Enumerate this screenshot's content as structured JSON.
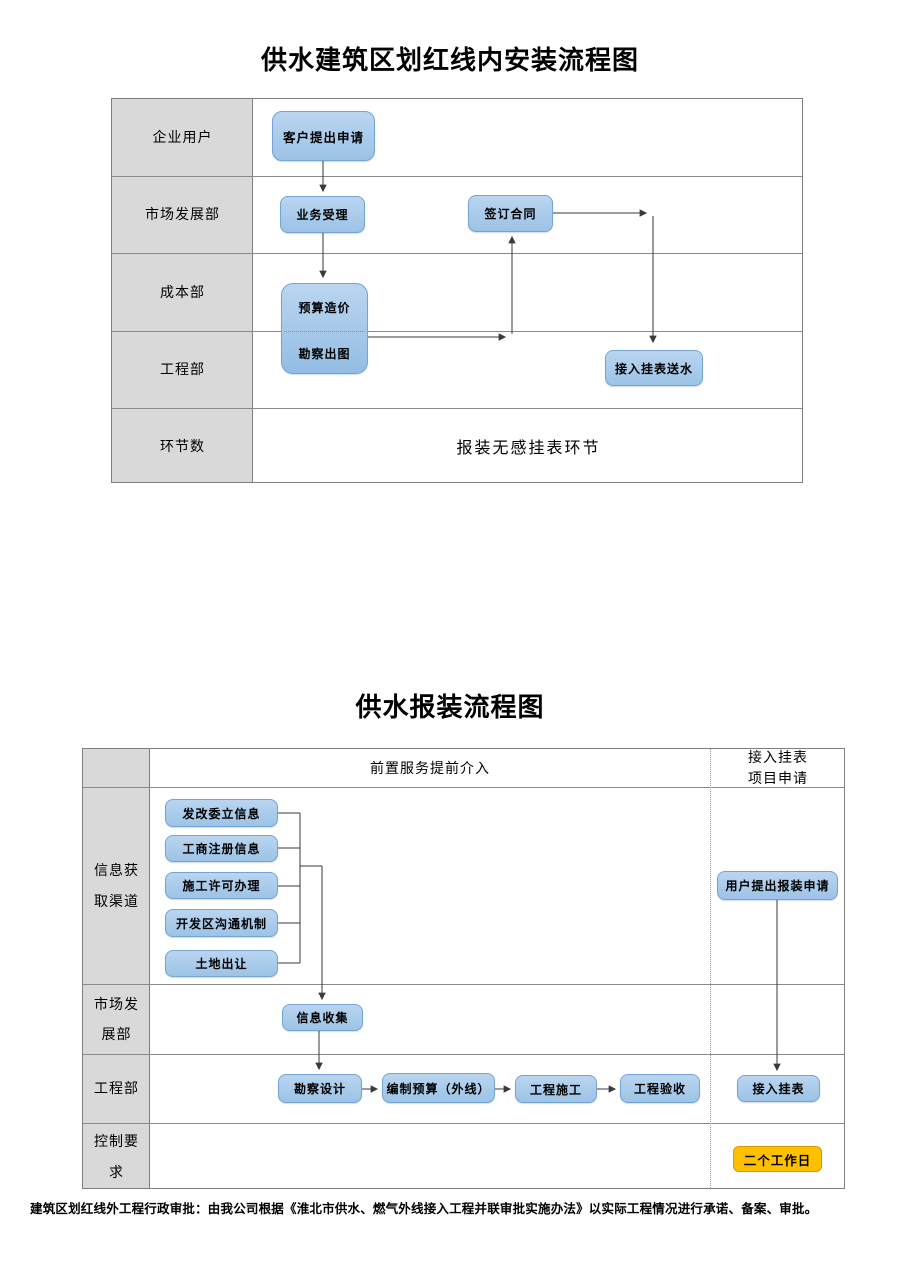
{
  "colors": {
    "node_fill_top": "#bad5f0",
    "node_fill_bottom": "#9cc3e6",
    "node_border": "#74a3d4",
    "label_cell_fill": "#d9d9d9",
    "table_border": "#7f7f7f",
    "connector": "#404040",
    "highlight_fill": "#ffc000",
    "highlight_border": "#d49a00"
  },
  "chart1": {
    "title": "供水建筑区划红线内安装流程图",
    "rows": [
      {
        "label": "企业用户"
      },
      {
        "label": "市场发展部"
      },
      {
        "label": "成本部"
      },
      {
        "label": "工程部"
      },
      {
        "label": "环节数"
      }
    ],
    "nodes": {
      "apply": "客户提出申请",
      "accept": "业务受理",
      "contract": "签订合同",
      "budget": "预算造价",
      "survey": "勘察出图",
      "meter_water": "接入挂表送水"
    },
    "note": "报装无感挂表环节"
  },
  "chart2": {
    "title": "供水报装流程图",
    "header": {
      "middle": "前置服务提前介入",
      "right": "接入挂表\n项目申请"
    },
    "rows": [
      {
        "label": "信息获\n取渠道"
      },
      {
        "label": "市场发\n展部"
      },
      {
        "label": "工程部"
      },
      {
        "label": "控制要\n求"
      }
    ],
    "nodes": {
      "ndrc_info": "发改委立信息",
      "business_reg": "工商注册信息",
      "permit": "施工许可办理",
      "dev_zone": "开发区沟通机制",
      "land_sale": "土地出让",
      "info_collect": "信息收集",
      "survey_design": "勘察设计",
      "budget_outline": "编制预算（外线）",
      "construction": "工程施工",
      "acceptance": "工程验收",
      "user_apply": "用户提出报装申请",
      "meter_connect": "接入挂表",
      "duration": "二个工作日"
    }
  },
  "footer": "建筑区划红线外工程行政审批：由我公司根据《淮北市供水、燃气外线接入工程并联审批实施办法》以实际工程情况进行承诺、备案、审批。"
}
